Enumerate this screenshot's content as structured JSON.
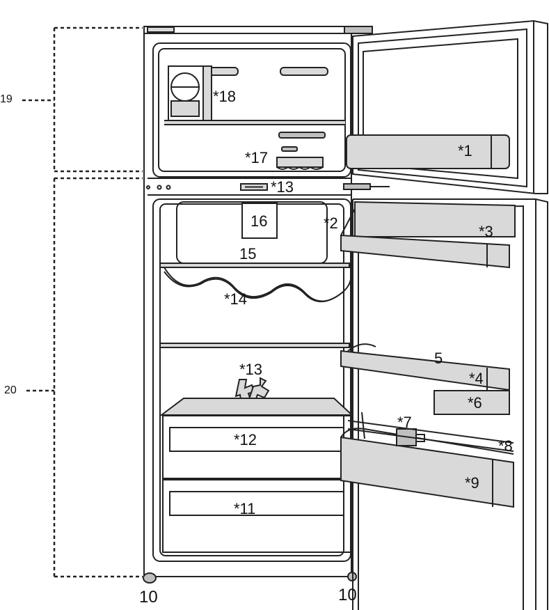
{
  "diagram": {
    "labels": {
      "l1": "*1",
      "l2": "*2",
      "l3": "*3",
      "l4": "*4",
      "l5": "5",
      "l6": "*6",
      "l7": "*7",
      "l8": "*8",
      "l9": "*9",
      "l10a": "10",
      "l10b": "10",
      "l11": "*11",
      "l12": "*12",
      "l13a": "*13",
      "l13b": "*13",
      "l14": "*14",
      "l15": "15",
      "l16": "16",
      "l17": "*17",
      "l18": "*18",
      "l19": "19",
      "l20": "20"
    },
    "colors": {
      "line": "#222222",
      "fill": "#d9d9d9",
      "fillDark": "#bfbfbf"
    }
  }
}
